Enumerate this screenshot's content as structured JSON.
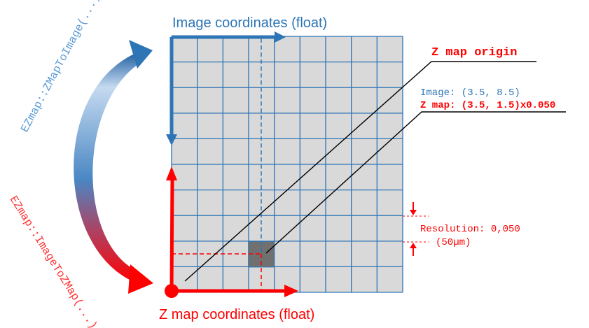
{
  "labels": {
    "image_coords_title": "Image coordinates (float)",
    "zmap_coords_title": "Z map coordinates (float)",
    "zmap_origin": "Z map origin",
    "image_point": "Image: (3.5, 8.5)",
    "zmap_point": "Z map: (3.5, 1.5)x0.050",
    "resolution": "Resolution: 0,050",
    "resolution_um": "(50µm)",
    "zmap_to_image_fn": "EZmap::ZMapToImage(...)",
    "image_to_zmap_fn": "EZmap::ImageToZMap(...)"
  },
  "grid": {
    "columns": 9,
    "rows": 10
  },
  "colors": {
    "image_blue": "#2e75b6",
    "zmap_red": "#ff0000",
    "grid_fill": "#d9d9d9",
    "grid_line": "#2e75b6",
    "highlight_cell": "#707070",
    "leader_black": "#000000",
    "function_blue_text": "#5b9bd5",
    "function_red_text": "#ff3333"
  }
}
